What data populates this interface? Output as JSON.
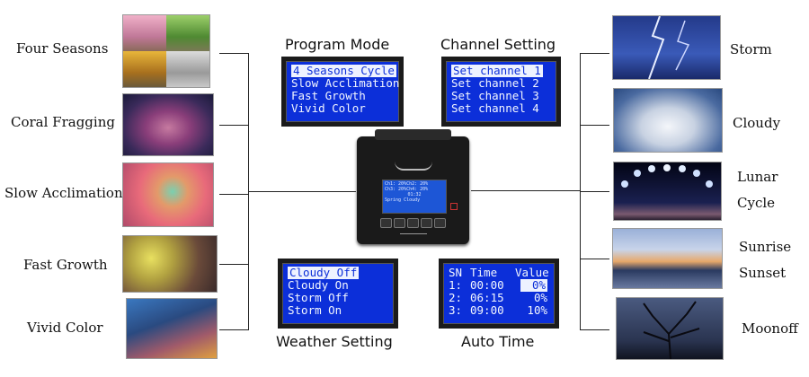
{
  "left_labels": [
    "Four Seasons",
    "Coral Fragging",
    "Slow Acclimation",
    "Fast Growth",
    "Vivid Color"
  ],
  "right_labels": {
    "storm": "Storm",
    "cloudy": "Cloudy",
    "lunar": [
      "Lunar",
      "Cycle"
    ],
    "sunrise": [
      "Sunrise",
      "Sunset"
    ],
    "moonoff": "Moonoff"
  },
  "panels": {
    "program_mode": {
      "title": "Program Mode",
      "lines": [
        "4 Seasons Cycle",
        "Slow Acclimation",
        "Fast Growth",
        "Vivid Color"
      ]
    },
    "channel_setting": {
      "title": "Channel Setting",
      "lines": [
        "Set channel 1",
        "Set channel 2",
        "Set channel 3",
        "Set channel 4"
      ]
    },
    "weather_setting": {
      "title": "Weather Setting",
      "lines": [
        "Cloudy Off",
        "Cloudy On",
        "Storm Off",
        "Storm On"
      ]
    },
    "auto_time": {
      "title": "Auto Time",
      "header": [
        "SN",
        "Time",
        "Value"
      ],
      "rows": [
        {
          "sn": "1:",
          "time": "00:00",
          "value": "0%"
        },
        {
          "sn": "2:",
          "time": "06:15",
          "value": "0%"
        },
        {
          "sn": "3:",
          "time": "09:00",
          "value": "10%"
        }
      ]
    }
  },
  "device": {
    "screen_lines": [
      "Ch1: 20%Ch2: 20%",
      "Ch3: 20%Ch4: 20%",
      "01:32",
      "Spring    Cloudy"
    ]
  },
  "colors": {
    "lcd_blue": "#0c2fd9",
    "lcd_frame": "#1b1b1b",
    "line": "#222222"
  }
}
